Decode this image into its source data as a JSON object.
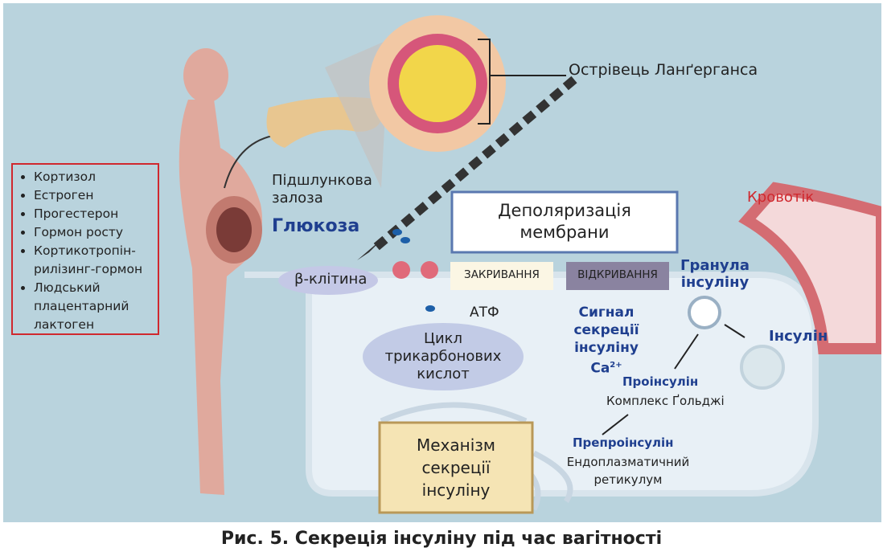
{
  "labels": {
    "islet": "Острівець Ланґерганса",
    "pancreas": "Підшлункова залоза",
    "glucose": "Глюкоза",
    "depolarization": "Деполяризація мембрани",
    "blood_vessel": "Кровотік",
    "beta_cell": "β-клітина",
    "closing": "ЗАКРИВАННЯ",
    "opening": "ВІДКРИВАННЯ",
    "insulin_granule": "Гранула інсуліну",
    "atp": "АТФ",
    "tca_cycle": "Цикл трикарбонових кислот",
    "secretion_signal": "Сигнал секреції інсуліну Ca",
    "secretion_signal_sup": "2+",
    "insulin": "Інсулін",
    "proinsulin": "Проінсулін",
    "golgi": "Комплекс Ґольджі",
    "preproinsulin": "Препроінсулін",
    "er": "Ендоплазматичний ретикулум",
    "mechanism": "Механізм секреції інсуліну"
  },
  "hormones": [
    "Кортизол",
    "Естроген",
    "Прогестерон",
    "Гормон росту",
    "Кортикотропін-рилізинг-гормон",
    "Людський плацентарний лактоген"
  ],
  "caption": "Рис. 5. Секреція інсуліну під час вагітності",
  "colors": {
    "background": "#b9d3dd",
    "legend_border": "#d0282e",
    "label_blue": "#1f3f8f",
    "opening_box": "#8a83a0",
    "closing_box": "#fbf6e4"
  }
}
